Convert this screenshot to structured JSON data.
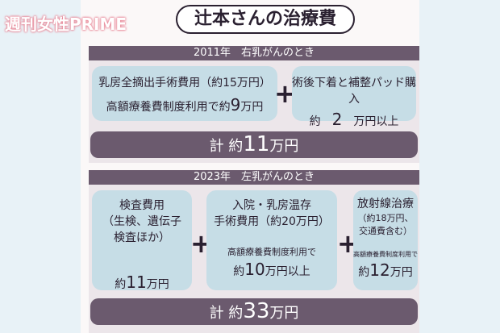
{
  "logo": "週刊女性PRIME",
  "title": "辻本さんの治療費",
  "section1": {
    "header": "2011年　右乳がんのとき",
    "card_left": {
      "line1": "乳房全摘出手術費用（約15万円）",
      "line2_prefix": "高額療養費制度利用で約",
      "line2_amount": "9",
      "line2_suffix": "万円"
    },
    "plus": "+",
    "card_right": {
      "line1": "術後下着と補整パッド購入",
      "line2_prefix": "約",
      "line2_amount": "2",
      "line2_suffix": "万円以上"
    },
    "total": {
      "prefix": "計 約",
      "amount": "11",
      "suffix": "万円"
    }
  },
  "section2": {
    "header": "2023年　左乳がんのとき",
    "card1": {
      "line1": "検査費用",
      "line2": "（生検、遺伝子",
      "line3": "検査ほか）",
      "amount_prefix": "約",
      "amount": "11",
      "amount_suffix": "万円"
    },
    "plus1": "+",
    "card2": {
      "line1": "入院・乳房温存",
      "line2": "手術費用（約20万円）",
      "line3": "高額療養費制度利用で",
      "amount_prefix": "約",
      "amount": "10",
      "amount_suffix": "万円以上"
    },
    "plus2": "+",
    "card3": {
      "line1": "放射線治療",
      "line2": "（約18万円、",
      "line3": "交通費含む）",
      "line4": "高額療養費制度利用で",
      "amount_prefix": "約",
      "amount": "12",
      "amount_suffix": "万円"
    },
    "total": {
      "prefix": "計 約",
      "amount": "33",
      "suffix": "万円"
    }
  }
}
